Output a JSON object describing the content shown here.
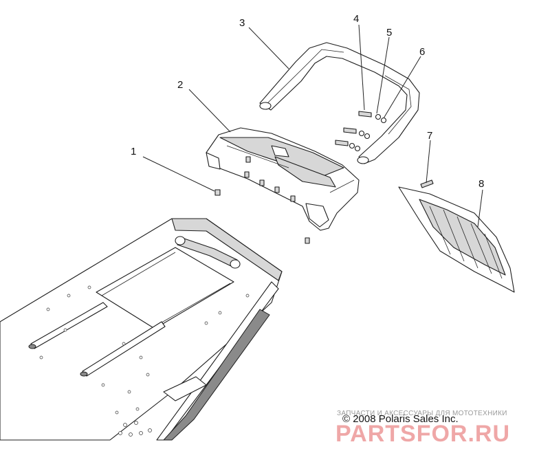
{
  "callouts": {
    "c1": "1",
    "c2": "2",
    "c3": "3",
    "c4": "4",
    "c5": "5",
    "c6": "6",
    "c7": "7",
    "c8": "8"
  },
  "copyright": "© 2008 Polaris Sales Inc.",
  "watermark": {
    "tagline": "ЗАПЧАСТИ И АКСЕССУАРЫ ДЛЯ МОТОТЕХНИКИ",
    "brand": "PARTSFOR.RU"
  },
  "colors": {
    "line": "#1c1c1c",
    "part_shade": "#d7d7d7",
    "watermark_brand": "#e98a8a"
  }
}
